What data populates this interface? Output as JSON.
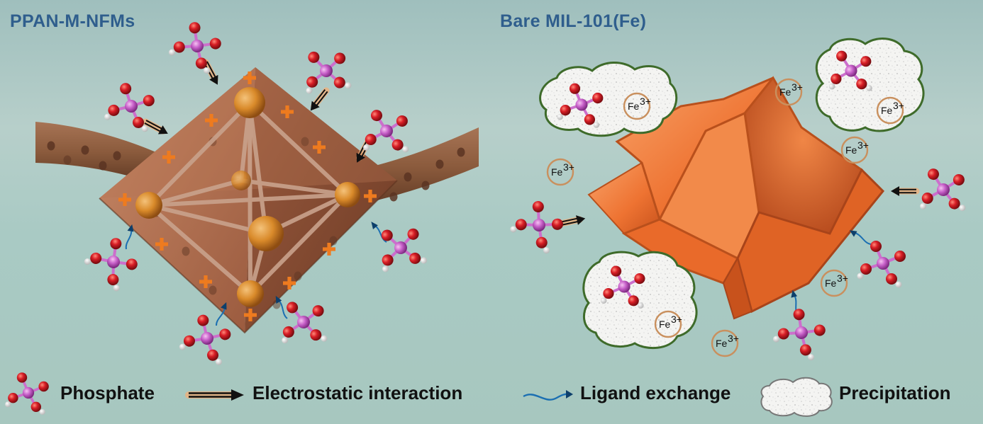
{
  "titles": {
    "left": "PPAN-M-NFMs",
    "right": "Bare MIL-101(Fe)"
  },
  "labels": {
    "iron_ion": "Fe",
    "iron_charge": "3+"
  },
  "legend": {
    "phosphate": "Phosphate",
    "electrostatic": "Electrostatic interaction",
    "ligand_exchange": "Ligand exchange",
    "precipitation": "Precipitation"
  },
  "colors": {
    "fiber": "#8a5a3c",
    "octahedron": "#a8674a",
    "metal_node": "#d98a2a",
    "plus_sign": "#ee7b1f",
    "mil_crystal": "#f07a36",
    "oxygen": "#d81e26",
    "phosphorus": "#c65fc8",
    "hydrogen": "#f2f2f2",
    "title": "#2f5e8d",
    "ion_ring": "#c9905e",
    "cloud_border": "#3e6b2a"
  }
}
